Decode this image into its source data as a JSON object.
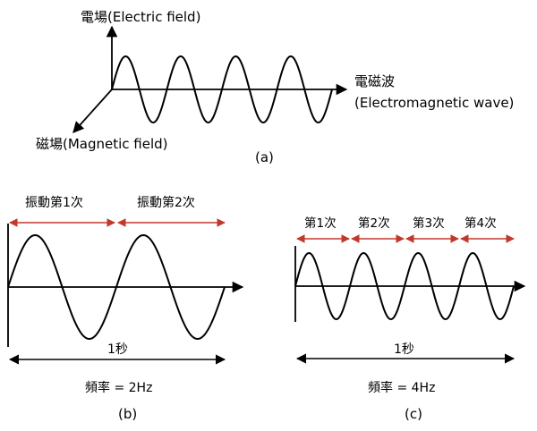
{
  "panel_a": {
    "electric_field": "電場(Electric field)",
    "magnetic_field": "磁場(Magnetic field)",
    "em_wave_cn": "電磁波",
    "em_wave_en": "(Electromagnetic wave)",
    "caption": "(a)"
  },
  "panel_b": {
    "vibrations": [
      "振動第1次",
      "振動第2次"
    ],
    "duration": "1秒",
    "frequency": "頻率 = 2Hz",
    "caption": "(b)"
  },
  "panel_c": {
    "vibrations": [
      "第1次",
      "第2次",
      "第3次",
      "第4次"
    ],
    "duration": "1秒",
    "frequency": "頻率 = 4Hz",
    "caption": "(c)"
  },
  "colors": {
    "arrow_red": "#c0392b",
    "line": "#000000"
  }
}
